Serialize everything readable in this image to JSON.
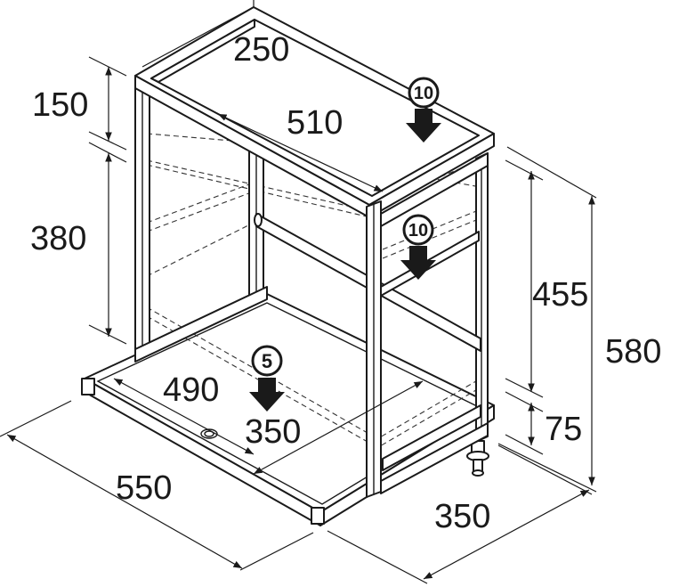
{
  "dimensions": {
    "top_depth": "250",
    "top_width": "510",
    "upper_height": "150",
    "middle_height": "380",
    "side_height": "455",
    "total_height": "580",
    "foot_height": "75",
    "base_depth": "490",
    "base_inner_width": "350",
    "base_width": "550",
    "base_depth_outer": "350"
  },
  "loads": {
    "top": "10",
    "shelf": "10",
    "base": "5"
  }
}
